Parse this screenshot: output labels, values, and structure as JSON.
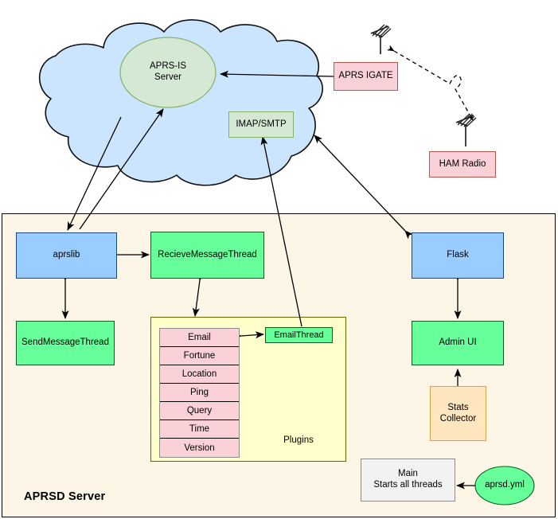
{
  "diagram": {
    "title": "APRSD Server",
    "container_label": "APRSD Server",
    "plugins_label": "Plugins"
  },
  "colors": {
    "cloud_fill": "#cce5ff",
    "cloud_stroke": "#0f0f0f",
    "blue_fill": "#99ccff",
    "green_fill": "#66ff99",
    "pink_fill": "#fad1d6",
    "light_green_fill": "#d5e8d4",
    "orange_fill": "#ffe6bf",
    "gray_fill": "#f2f2f2",
    "yellow_fill": "#ffffcc",
    "container_fill": "#fdf5e6",
    "edge_stroke": "#000000"
  },
  "cloud": {
    "aprs_is_server": "APRS-IS\nServer",
    "imap_smtp": "IMAP/SMTP"
  },
  "radio": {
    "aprs_igate": "APRS IGATE",
    "ham_radio": "HAM Radio",
    "antenna_icon": "antenna-icon"
  },
  "server": {
    "aprslib": "aprslib",
    "recieve_message_thread": "RecieveMessageThread",
    "send_message_thread": "SendMessageThread",
    "email_thread": "EmailThread",
    "flask": "Flask",
    "admin_ui": "Admin UI",
    "stats_collector": "Stats\nCollector",
    "main": "Main\nStarts all threads",
    "aprsd_yml": "aprsd.yml"
  },
  "plugins": [
    "Email",
    "Fortune",
    "Location",
    "Ping",
    "Query",
    "Time",
    "Version"
  ],
  "edges": [
    {
      "from": "APRS IGATE",
      "to": "APRS-IS Server",
      "style": "solid",
      "direction": "one-way"
    },
    {
      "from": "APRS IGATE antenna",
      "to": "HAM Radio antenna",
      "style": "dashed",
      "direction": "two-way"
    },
    {
      "from": "aprslib",
      "to": "APRS-IS Server",
      "style": "solid",
      "direction": "one-way"
    },
    {
      "from": "APRS-IS Server cloud",
      "to": "aprslib",
      "style": "solid",
      "direction": "one-way"
    },
    {
      "from": "aprslib",
      "to": "RecieveMessageThread",
      "style": "solid",
      "direction": "two-way"
    },
    {
      "from": "aprslib",
      "to": "SendMessageThread",
      "style": "solid",
      "direction": "two-way"
    },
    {
      "from": "RecieveMessageThread",
      "to": "Plugins",
      "style": "solid",
      "direction": "two-way"
    },
    {
      "from": "Email",
      "to": "EmailThread",
      "style": "solid",
      "direction": "two-way"
    },
    {
      "from": "EmailThread",
      "to": "IMAP/SMTP",
      "style": "solid",
      "direction": "one-way"
    },
    {
      "from": "Flask",
      "to": "cloud",
      "style": "solid",
      "direction": "two-way"
    },
    {
      "from": "Flask",
      "to": "Admin UI",
      "style": "solid",
      "direction": "two-way"
    },
    {
      "from": "Stats Collector",
      "to": "Admin UI",
      "style": "solid",
      "direction": "one-way"
    },
    {
      "from": "aprsd.yml",
      "to": "Main",
      "style": "solid",
      "direction": "one-way"
    }
  ]
}
